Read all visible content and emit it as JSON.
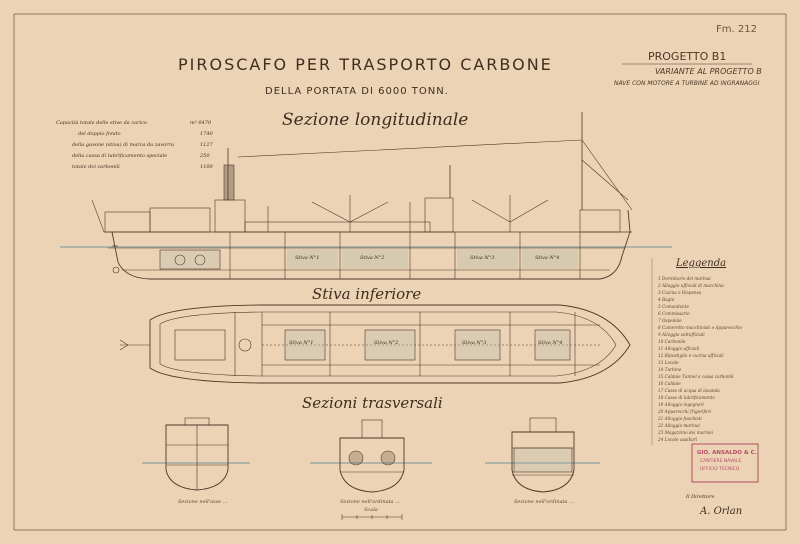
{
  "sheet": {
    "number": "Fm. 212",
    "title": "PIROSCAFO PER TRASPORTO CARBONE",
    "subtitle": "DELLA PORTATA DI 6000 TONN.",
    "project": {
      "name": "PROGETTO B1",
      "variant": "VARIANTE AL PROGETTO B",
      "note": "NAVE CON MOTORE A TURBINE AD INGRANAGGI"
    }
  },
  "sections": {
    "longitudinal": "Sezione longitudinale",
    "hold": "Stiva inferiore",
    "transverse": "Sezioni trasversali"
  },
  "capacities": [
    {
      "label": "Capacità totale delle stive da carico",
      "value": "m³ 6470"
    },
    {
      "label": "del doppio fondo",
      "value": "1740"
    },
    {
      "label": "della gavone (stiva) di marca da zavorra",
      "value": "1127"
    },
    {
      "label": "della cassa di lubrificamento speciale",
      "value": "250"
    },
    {
      "label": "totale dei carbonili",
      "value": "1100"
    }
  ],
  "hold_labels": [
    "Stiva N°1",
    "Stiva N°2",
    "Stiva N°3",
    "Stiva N°4"
  ],
  "legend": {
    "title": "Leggenda",
    "items": [
      "1 Dormitorio del marinai",
      "2 Alloggio ufficiali di macchina",
      "3 Cucina e Dispensa",
      "4 Bagni",
      "5 Comandante",
      "6 Commissario",
      "7 Ospedale",
      "8 Cameretto macchinisti e Apparecchio",
      "9 Alloggio sottufficiali",
      "10 Carbonile",
      "11 Alloggio ufficiali",
      "12 Ripostiglio e cucina ufficiali",
      "13 Locale",
      "14 Turbine",
      "15 Caldaie Tunnel e cassa carbonili",
      "16 Caldaie",
      "17 Casse di acqua di lavanda",
      "18 Casse di lubrificamento",
      "19 Alloggio ingegneri",
      "20 Apparecchi frigoriferi",
      "21 Alloggio fuochisti",
      "22 Alloggio marinai",
      "23 Magazzino dei marinai",
      "24 Locale ausiliari"
    ]
  },
  "stamp": {
    "line1": "GIO. ANSALDO & C.",
    "line2": "CANTIERE NAVALE",
    "line3": "UFFICIO TECNICO"
  },
  "signature": {
    "role": "Il Direttore",
    "name": "A. Orlan"
  },
  "captions": [
    "Sezione nell'asse ...",
    "Sezione nell'ordinata ...",
    "Sezione nell'ordinata ..."
  ],
  "scale_label": "Scala",
  "colors": {
    "paper": "#ecd3b6",
    "ink": "#4a3826",
    "wash": "#a9b7a6",
    "stamp": "#b34d60"
  }
}
